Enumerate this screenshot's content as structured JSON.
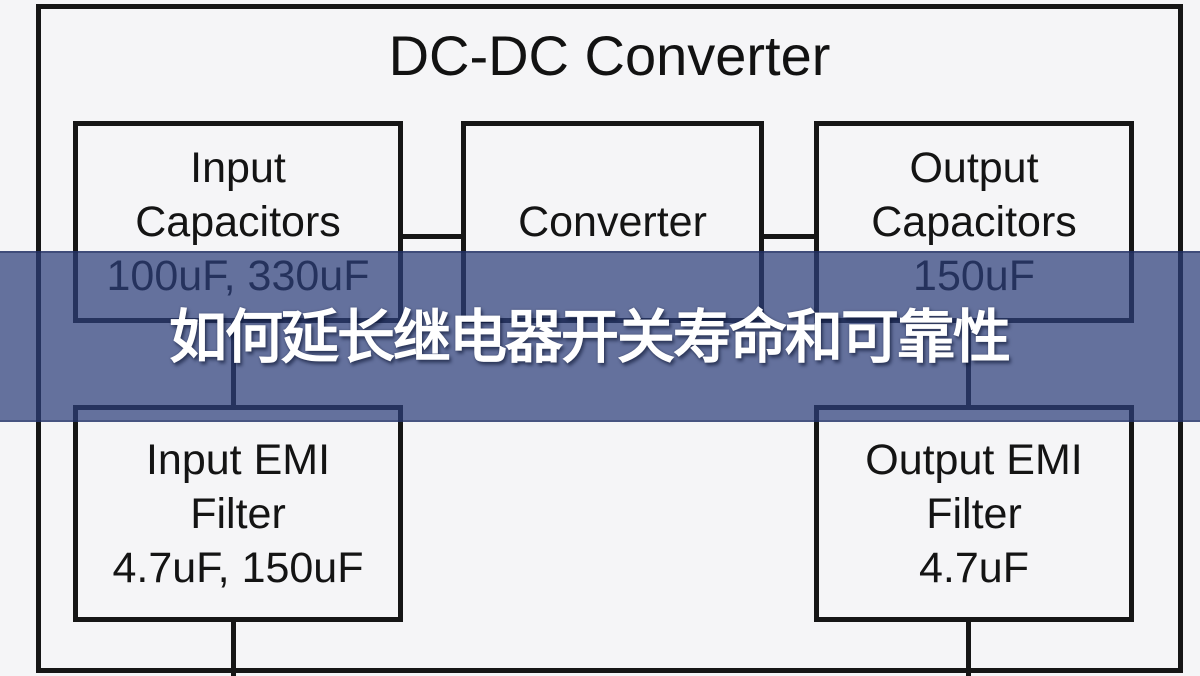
{
  "diagram": {
    "title": "DC-DC Converter",
    "blocks": {
      "input_capacitors": {
        "name_line1": "Input",
        "name_line2": "Capacitors",
        "value": "100uF, 330uF"
      },
      "converter": {
        "name": "Converter"
      },
      "output_capacitors": {
        "name_line1": "Output",
        "name_line2": "Capacitors",
        "value": "150uF"
      },
      "input_emi_filter": {
        "name_line1": "Input EMI",
        "name_line2": "Filter",
        "value": "4.7uF, 150uF"
      },
      "output_emi_filter": {
        "name_line1": "Output EMI",
        "name_line2": "Filter",
        "value": "4.7uF"
      }
    }
  },
  "overlay_banner": {
    "text": "如何延长继电器开关寿命和可靠性",
    "background_color": "rgba(44, 62, 122, 0.72)",
    "text_color": "#ffffff"
  },
  "colors": {
    "line_color": "#161616",
    "page_background": "#f5f5f7"
  }
}
